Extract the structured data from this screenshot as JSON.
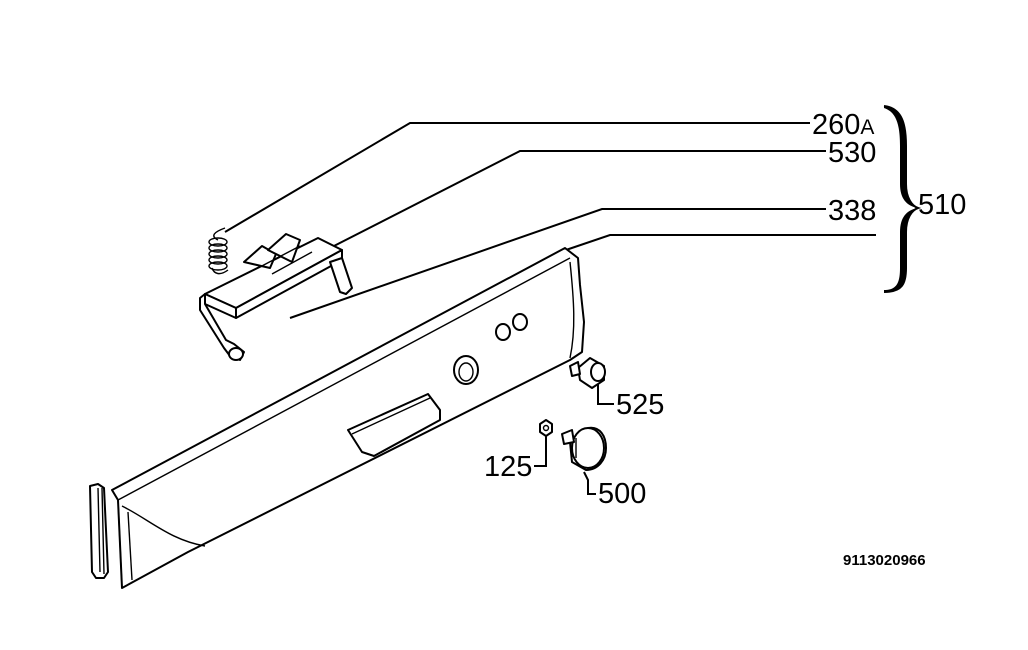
{
  "callouts": {
    "c260": {
      "number": "260",
      "suffix": "A"
    },
    "c530": "530",
    "c338": "338",
    "c510": "510",
    "c525": "525",
    "c125": "125",
    "c500": "500"
  },
  "drawing_code": "9113020966"
}
